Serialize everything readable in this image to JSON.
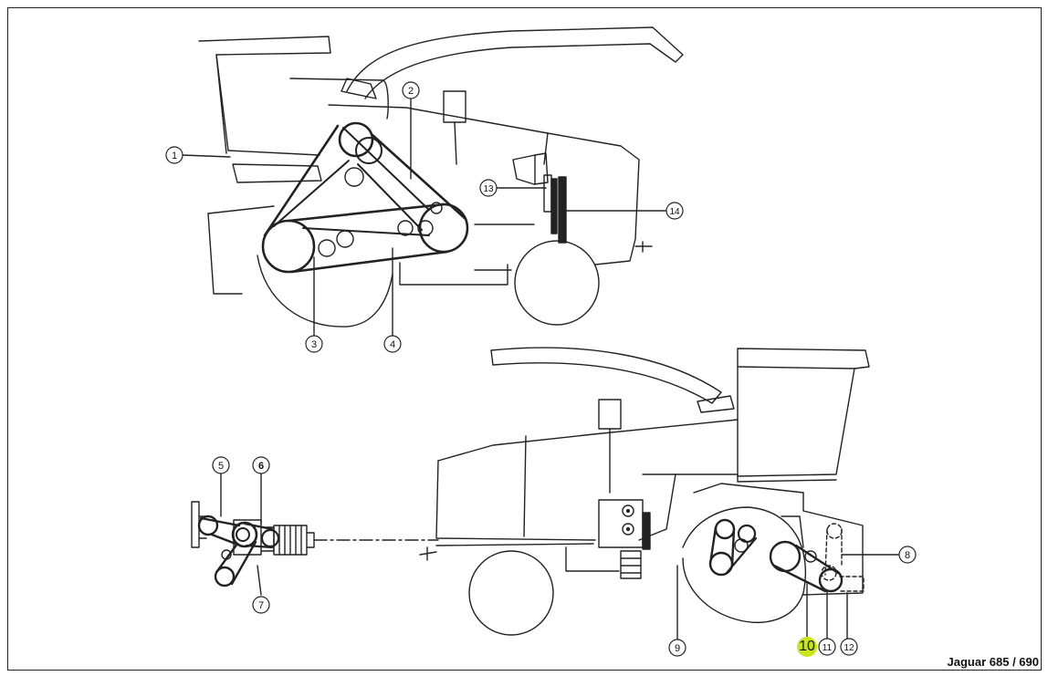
{
  "caption": "Jaguar 685 / 690",
  "highlight_color": "#c6e51a",
  "callouts": [
    {
      "id": "c1",
      "label": "1",
      "bold": false,
      "highlight": false
    },
    {
      "id": "c2",
      "label": "2",
      "bold": false,
      "highlight": false
    },
    {
      "id": "c3",
      "label": "3",
      "bold": false,
      "highlight": false
    },
    {
      "id": "c4",
      "label": "4",
      "bold": false,
      "highlight": false
    },
    {
      "id": "c13",
      "label": "13",
      "bold": false,
      "highlight": false
    },
    {
      "id": "c14",
      "label": "14",
      "bold": false,
      "highlight": false
    },
    {
      "id": "c5",
      "label": "5",
      "bold": false,
      "highlight": false
    },
    {
      "id": "c6",
      "label": "6",
      "bold": true,
      "highlight": false
    },
    {
      "id": "c7",
      "label": "7",
      "bold": false,
      "highlight": false
    },
    {
      "id": "c8",
      "label": "8",
      "bold": false,
      "highlight": false
    },
    {
      "id": "c9",
      "label": "9",
      "bold": false,
      "highlight": false
    },
    {
      "id": "c10",
      "label": "10",
      "bold": false,
      "highlight": true
    },
    {
      "id": "c11",
      "label": "11",
      "bold": false,
      "highlight": false
    },
    {
      "id": "c12",
      "label": "12",
      "bold": false,
      "highlight": false
    }
  ]
}
